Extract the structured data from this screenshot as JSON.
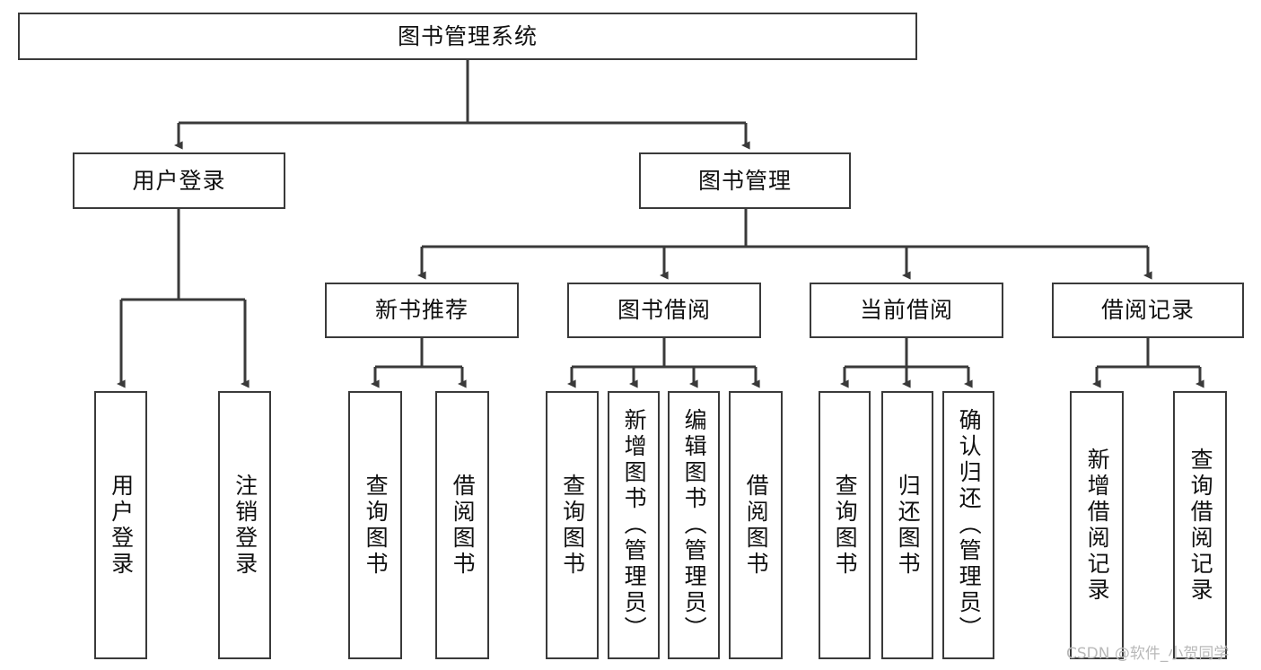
{
  "diagram": {
    "title": "图书管理系统",
    "type": "tree-hierarchy",
    "watermark": "CSDN @软件_小贺同学",
    "colors": {
      "border": "#3a3a3a",
      "text": "#111111",
      "background": "#ffffff",
      "edge": "#3a3a3a",
      "watermark": "#b9b9b9"
    },
    "nodes": {
      "root": {
        "label": "图书管理系统"
      },
      "level2": [
        {
          "label": "用户登录"
        },
        {
          "label": "图书管理"
        }
      ],
      "level3": [
        {
          "label": "新书推荐"
        },
        {
          "label": "图书借阅"
        },
        {
          "label": "当前借阅"
        },
        {
          "label": "借阅记录"
        }
      ],
      "leaves": {
        "user_login": [
          {
            "label": "用户登录"
          },
          {
            "label": "注销登录"
          }
        ],
        "new_book_recommend": [
          {
            "label": "查询图书"
          },
          {
            "label": "借阅图书"
          }
        ],
        "book_borrow": [
          {
            "label": "查询图书"
          },
          {
            "label": "新增图书（管理员）"
          },
          {
            "label": "编辑图书（管理员）"
          },
          {
            "label": "借阅图书"
          }
        ],
        "current_borrow": [
          {
            "label": "查询图书"
          },
          {
            "label": "归还图书"
          },
          {
            "label": "确认归还（管理员）"
          }
        ],
        "borrow_record": [
          {
            "label": "新增借阅记录"
          },
          {
            "label": "查询借阅记录"
          }
        ]
      }
    }
  }
}
